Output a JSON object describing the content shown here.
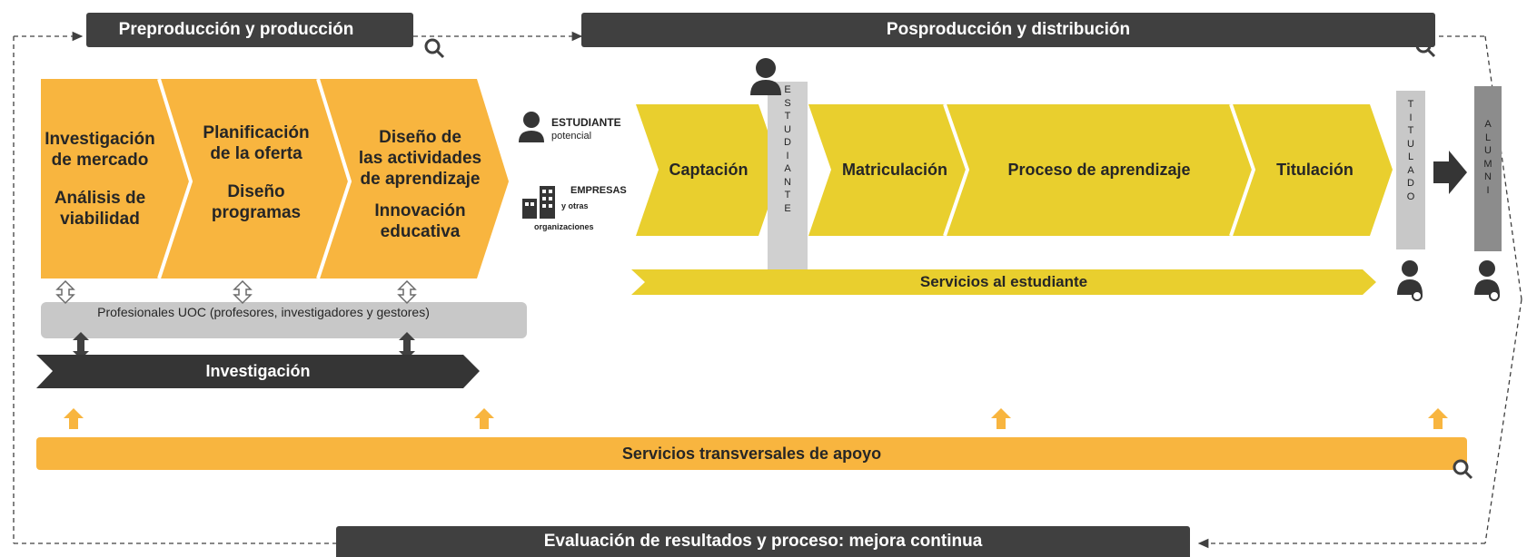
{
  "header": {
    "preproduction": "Preproducción y producción",
    "postproduction": "Posproducción y distribución"
  },
  "preproduction_steps": [
    {
      "line1": "Investigación",
      "line2": "de mercado",
      "line3": "Análisis de",
      "line4": "viabilidad"
    },
    {
      "line1": "Planificación",
      "line2": "de la oferta",
      "line3": "Diseño",
      "line4": "programas"
    },
    {
      "line1": "Diseño de",
      "line2": "las actividades",
      "line2b": "de aprendizaje",
      "line3": "Innovación",
      "line4": "educativa"
    }
  ],
  "profesionales": "Profesionales UOC (profesores, investigadores y gestores)",
  "investigacion": "Investigación",
  "audience": {
    "student_title": "ESTUDIANTE",
    "student_sub": "potencial",
    "companies_title": "EMPRESAS",
    "companies_sub1": "y otras",
    "companies_sub2": "organizaciones"
  },
  "stages": {
    "captacion": "Captación",
    "matriculacion": "Matriculación",
    "aprendizaje": "Proceso de aprendizaje",
    "titulacion": "Titulación"
  },
  "vertical_labels": {
    "estudiante": "ESTUDIANTE",
    "titulado": "TITULADO",
    "alumni": "ALUMNI"
  },
  "servicios_estudiante": "Servicios al estudiante",
  "servicios_transversales": "Servicios transversales de apoyo",
  "evaluacion": "Evaluación de resultados y proceso: mejora continua",
  "colors": {
    "orange": "#F8B53F",
    "yellow": "#E9CF2E",
    "dark": "#404040",
    "grey": "#C8C8C8"
  }
}
